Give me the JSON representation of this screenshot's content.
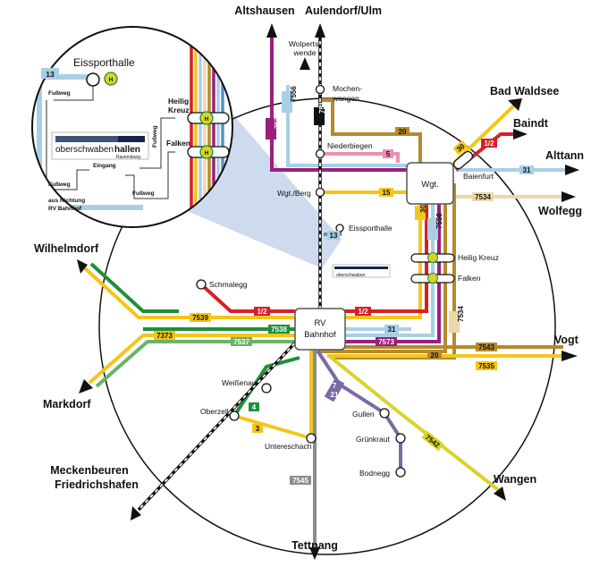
{
  "colors": {
    "red": "#d61f26",
    "purple": "#9a1f7c",
    "violet": "#7b6aa6",
    "lightblue": "#a9cfe6",
    "blue": "#5a8fc6",
    "yellow": "#f4c51a",
    "brown": "#b58a2b",
    "pink": "#ec8fb6",
    "green": "#1e8f3a",
    "lightgreen": "#6ab36a",
    "gray": "#8c8c8c",
    "beige": "#ecd7a8",
    "yellowgreen": "#d9d22b",
    "darkblue": "#16244b",
    "zoom": "#c5d3ea"
  },
  "directions": {
    "altshausen": "Altshausen",
    "aulendorf": "Aulendorf/Ulm",
    "bad_waldsee": "Bad Waldsee",
    "baindt": "Baindt",
    "alttann": "Alttann",
    "wolfegg": "Wolfegg",
    "wilhelmdorf": "Wilhelmdorf",
    "markdorf": "Markdorf",
    "vogt": "Vogt",
    "wangen": "Wangen",
    "meckenbeuren": "Meckenbeuren",
    "friedrichshafen": "Friedrichshafen",
    "tettnang": "Tettnang"
  },
  "stops": {
    "wolpertswende_1": "Wolperts-",
    "wolpertswende_2": "wende",
    "mochenwangen_1": "Mochen-",
    "mochenwangen_2": "wangen",
    "niederbiegen": "Niederbiegen",
    "wgt_berg": "Wgt./Berg",
    "baienfurt": "Baienfurt",
    "eissporthalle": "Eissporthalle",
    "heilig_kreuz": "Heilig Kreuz",
    "falken": "Falken",
    "schmalegg": "Schmalegg",
    "weissenau": "Weißenau",
    "oberzell": "Oberzell",
    "untereschach": "Untereschach",
    "gullen": "Gullen",
    "gruenkraut": "Grünkraut",
    "bodnegg": "Bodnegg"
  },
  "hubs": {
    "wgt": "Wgt.",
    "rv_1": "RV",
    "rv_2": "Bahnhof"
  },
  "lines": {
    "l751": "751",
    "l7556": "7556",
    "l7573": "7573",
    "l20": "20",
    "l5": "5",
    "l15": "15",
    "l30": "30",
    "l12": "1/2",
    "l31": "31",
    "l7534": "7534",
    "l13": "13",
    "l7539": "7539",
    "l7373": "7373",
    "l7537": "7537",
    "l7538": "7538",
    "l7543": "7543",
    "l7535": "7535",
    "l7542": "7542",
    "l4": "4",
    "l3": "3",
    "l7545": "7545",
    "l7": "7",
    "l21": "21"
  },
  "inset": {
    "line": "13",
    "stop": "Eissporthalle",
    "fussweg": "Fußweg",
    "heilig_kreuz_1": "Heilig",
    "heilig_kreuz_2": "Kreuz",
    "falken": "Falken",
    "hall_1": "oberschwaben",
    "hall_2": "hallen",
    "hall_sub": "Ravensburg",
    "eingang": "Eingang",
    "from_1": "aus Richtung",
    "from_2": "RV Bahnhof",
    "halt": "H"
  }
}
